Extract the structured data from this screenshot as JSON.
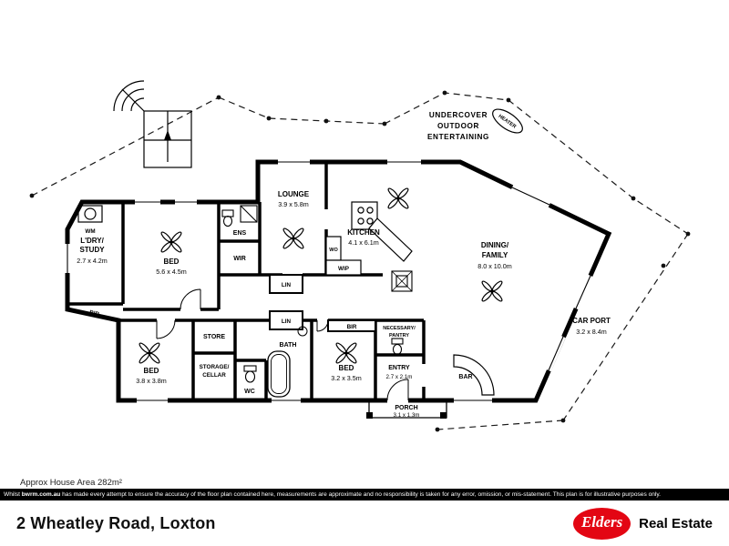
{
  "fp": {
    "outdoor": {
      "l1": "UNDERCOVER",
      "l2": "OUTDOOR",
      "l3": "ENTERTAINING"
    },
    "heater": "HEATER",
    "wm": "WM",
    "ldry": {
      "l1": "L'DRY/",
      "l2": "STUDY",
      "dims": "2.7 x 4.2m"
    },
    "bed1": {
      "name": "BED",
      "dims": "5.6 x 4.5m"
    },
    "ens": "ENS",
    "wir": "WIR",
    "lounge": {
      "name": "LOUNGE",
      "dims": "3.9 x 5.8m"
    },
    "kitchen": {
      "name": "KITCHEN",
      "dims": "4.1 x 6.1m"
    },
    "wo": "WO",
    "wip": "WIP",
    "dining": {
      "l1": "DINING/",
      "l2": "FAMILY",
      "dims": "8.0 x 10.0m"
    },
    "lin": "LIN",
    "bir": "BIR",
    "store": "STORE",
    "storage": {
      "l1": "STORAGE/",
      "l2": "CELLAR"
    },
    "bath": "BATH",
    "wc": "WC",
    "bed2": {
      "name": "BED",
      "dims": "3.8 x 3.8m"
    },
    "bed3": {
      "name": "BED",
      "dims": "3.2 x 3.5m"
    },
    "necessary": {
      "l1": "NECESSARY/",
      "l2": "PANTRY"
    },
    "entry": {
      "name": "ENTRY",
      "dims": "2.7 x 2.1m"
    },
    "porch": {
      "name": "PORCH",
      "dims": "3.1 x 1.3m"
    },
    "bar": "BAR",
    "carport": {
      "name": "CAR PORT",
      "dims": "3.2 x 8.4m"
    }
  },
  "footer": {
    "area": "Approx House Area 282m²",
    "disclaimer": {
      "p1": "Whilst ",
      "bold": "bwrm.com.au",
      "p2": " has made every attempt to ensure the accuracy of the floor plan contained here, measurements are approximate and no responsibility is taken for any error, omission, or mis-statement. This plan is for illustrative purposes only."
    },
    "address": "2 Wheatley Road, Loxton"
  },
  "brand": {
    "logo": "Elders",
    "tagline": "Real Estate",
    "red": "#e30613"
  }
}
